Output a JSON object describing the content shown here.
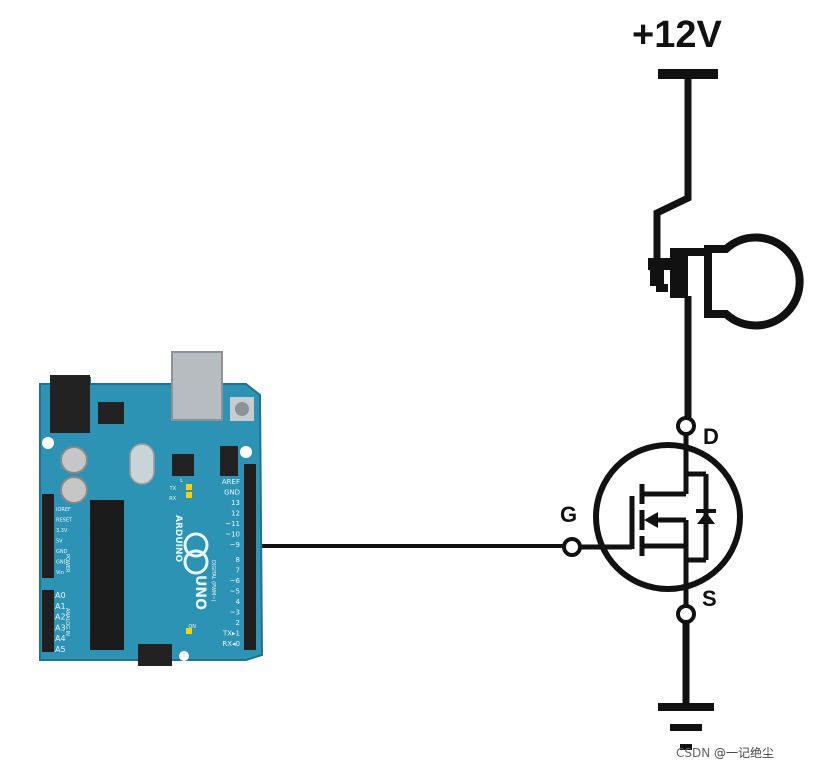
{
  "supply": {
    "label": "+12V"
  },
  "mosfet": {
    "drain_label": "D",
    "gate_label": "G",
    "source_label": "S"
  },
  "arduino": {
    "logo_text": "ARDUINO",
    "model_text": "UNO",
    "digital_pins": [
      "AREF",
      "GND",
      "13",
      "12",
      "~11",
      "~10",
      "~9",
      "8",
      "7",
      "~6",
      "~5",
      "4",
      "~3",
      "2",
      "TX▸1",
      "RX◂0"
    ],
    "power_pins": [
      "IOREF",
      "RESET",
      "3.3V",
      "5V",
      "GND",
      "GND",
      "Vin"
    ],
    "analog_pins": [
      "A0",
      "A1",
      "A2",
      "A3",
      "A4",
      "A5"
    ],
    "power_header_label": "POWER",
    "analog_header_label": "ANALOG IN",
    "digital_header_label": "DIGITAL (PWM~)",
    "led_labels": [
      "L",
      "TX",
      "RX",
      "ON"
    ],
    "colors": {
      "board": "#2c93b4",
      "board_dark": "#1f7390",
      "silk": "#e8f6fb"
    }
  },
  "watermark": {
    "site": "CSDN",
    "user": "@一记绝尘"
  }
}
